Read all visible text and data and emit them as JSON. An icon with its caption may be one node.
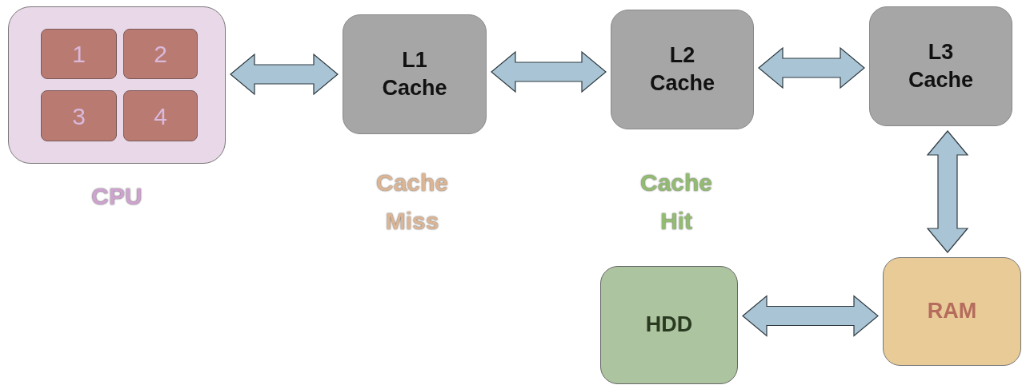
{
  "diagram": {
    "nodes": [
      {
        "text": [
          "CPU"
        ]
      },
      {
        "text": [
          "1"
        ],
        "in": 0
      },
      {
        "text": [
          "2"
        ],
        "in": 0
      },
      {
        "text": [
          "3"
        ],
        "in": 0
      },
      {
        "text": [
          "4"
        ],
        "in": 0
      },
      {
        "text": [
          "L1 Cache"
        ]
      },
      {
        "text": [
          "L2 Cache"
        ]
      },
      {
        "text": [
          "L3 Cache"
        ]
      },
      {
        "text": [
          "HDD"
        ]
      },
      {
        "text": [
          "RAM"
        ]
      }
    ],
    "edges": [
      {
        "from": 0,
        "to": 5,
        "arrow": "both"
      },
      {
        "from": 5,
        "to": 6,
        "arrow": "both"
      },
      {
        "from": 6,
        "to": 7,
        "arrow": "both"
      },
      {
        "from": 7,
        "to": 9,
        "arrow": "both"
      },
      {
        "from": 8,
        "to": 9,
        "arrow": "both"
      }
    ],
    "labels": [
      "Cache Miss",
      "Cache Hit"
    ]
  }
}
